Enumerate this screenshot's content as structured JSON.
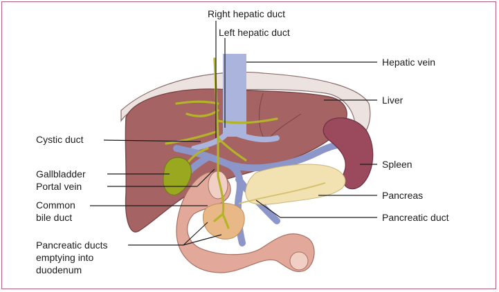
{
  "labels": {
    "right_hepatic_duct": "Right hepatic duct",
    "left_hepatic_duct": "Left hepatic duct",
    "hepatic_vein": "Hepatic vein",
    "liver": "Liver",
    "cystic_duct": "Cystic duct",
    "gallbladder": "Gallbladder",
    "portal_vein": "Portal vein",
    "common_bile_duct_line1": "Common",
    "common_bile_duct_line2": "bile duct",
    "pancreatic_ducts_line1": "Pancreatic ducts",
    "pancreatic_ducts_line2": "emptying into",
    "pancreatic_ducts_line3": "duodenum",
    "spleen": "Spleen",
    "pancreas": "Pancreas",
    "pancreatic_duct": "Pancreatic duct"
  },
  "colors": {
    "frame": "#b05a78",
    "liver": "#a56363",
    "liver_outline": "#7a4444",
    "diaphragm": "#e9dedb",
    "hepatic_vein": "#aab4dc",
    "portal_vein": "#8c96c8",
    "bile_ducts": "#b4b428",
    "gallbladder": "#9aa820",
    "spleen": "#9b4a5e",
    "pancreas": "#f2e2b2",
    "duodenum": "#e2a89a",
    "leader_lines": "#1a1a1a"
  }
}
